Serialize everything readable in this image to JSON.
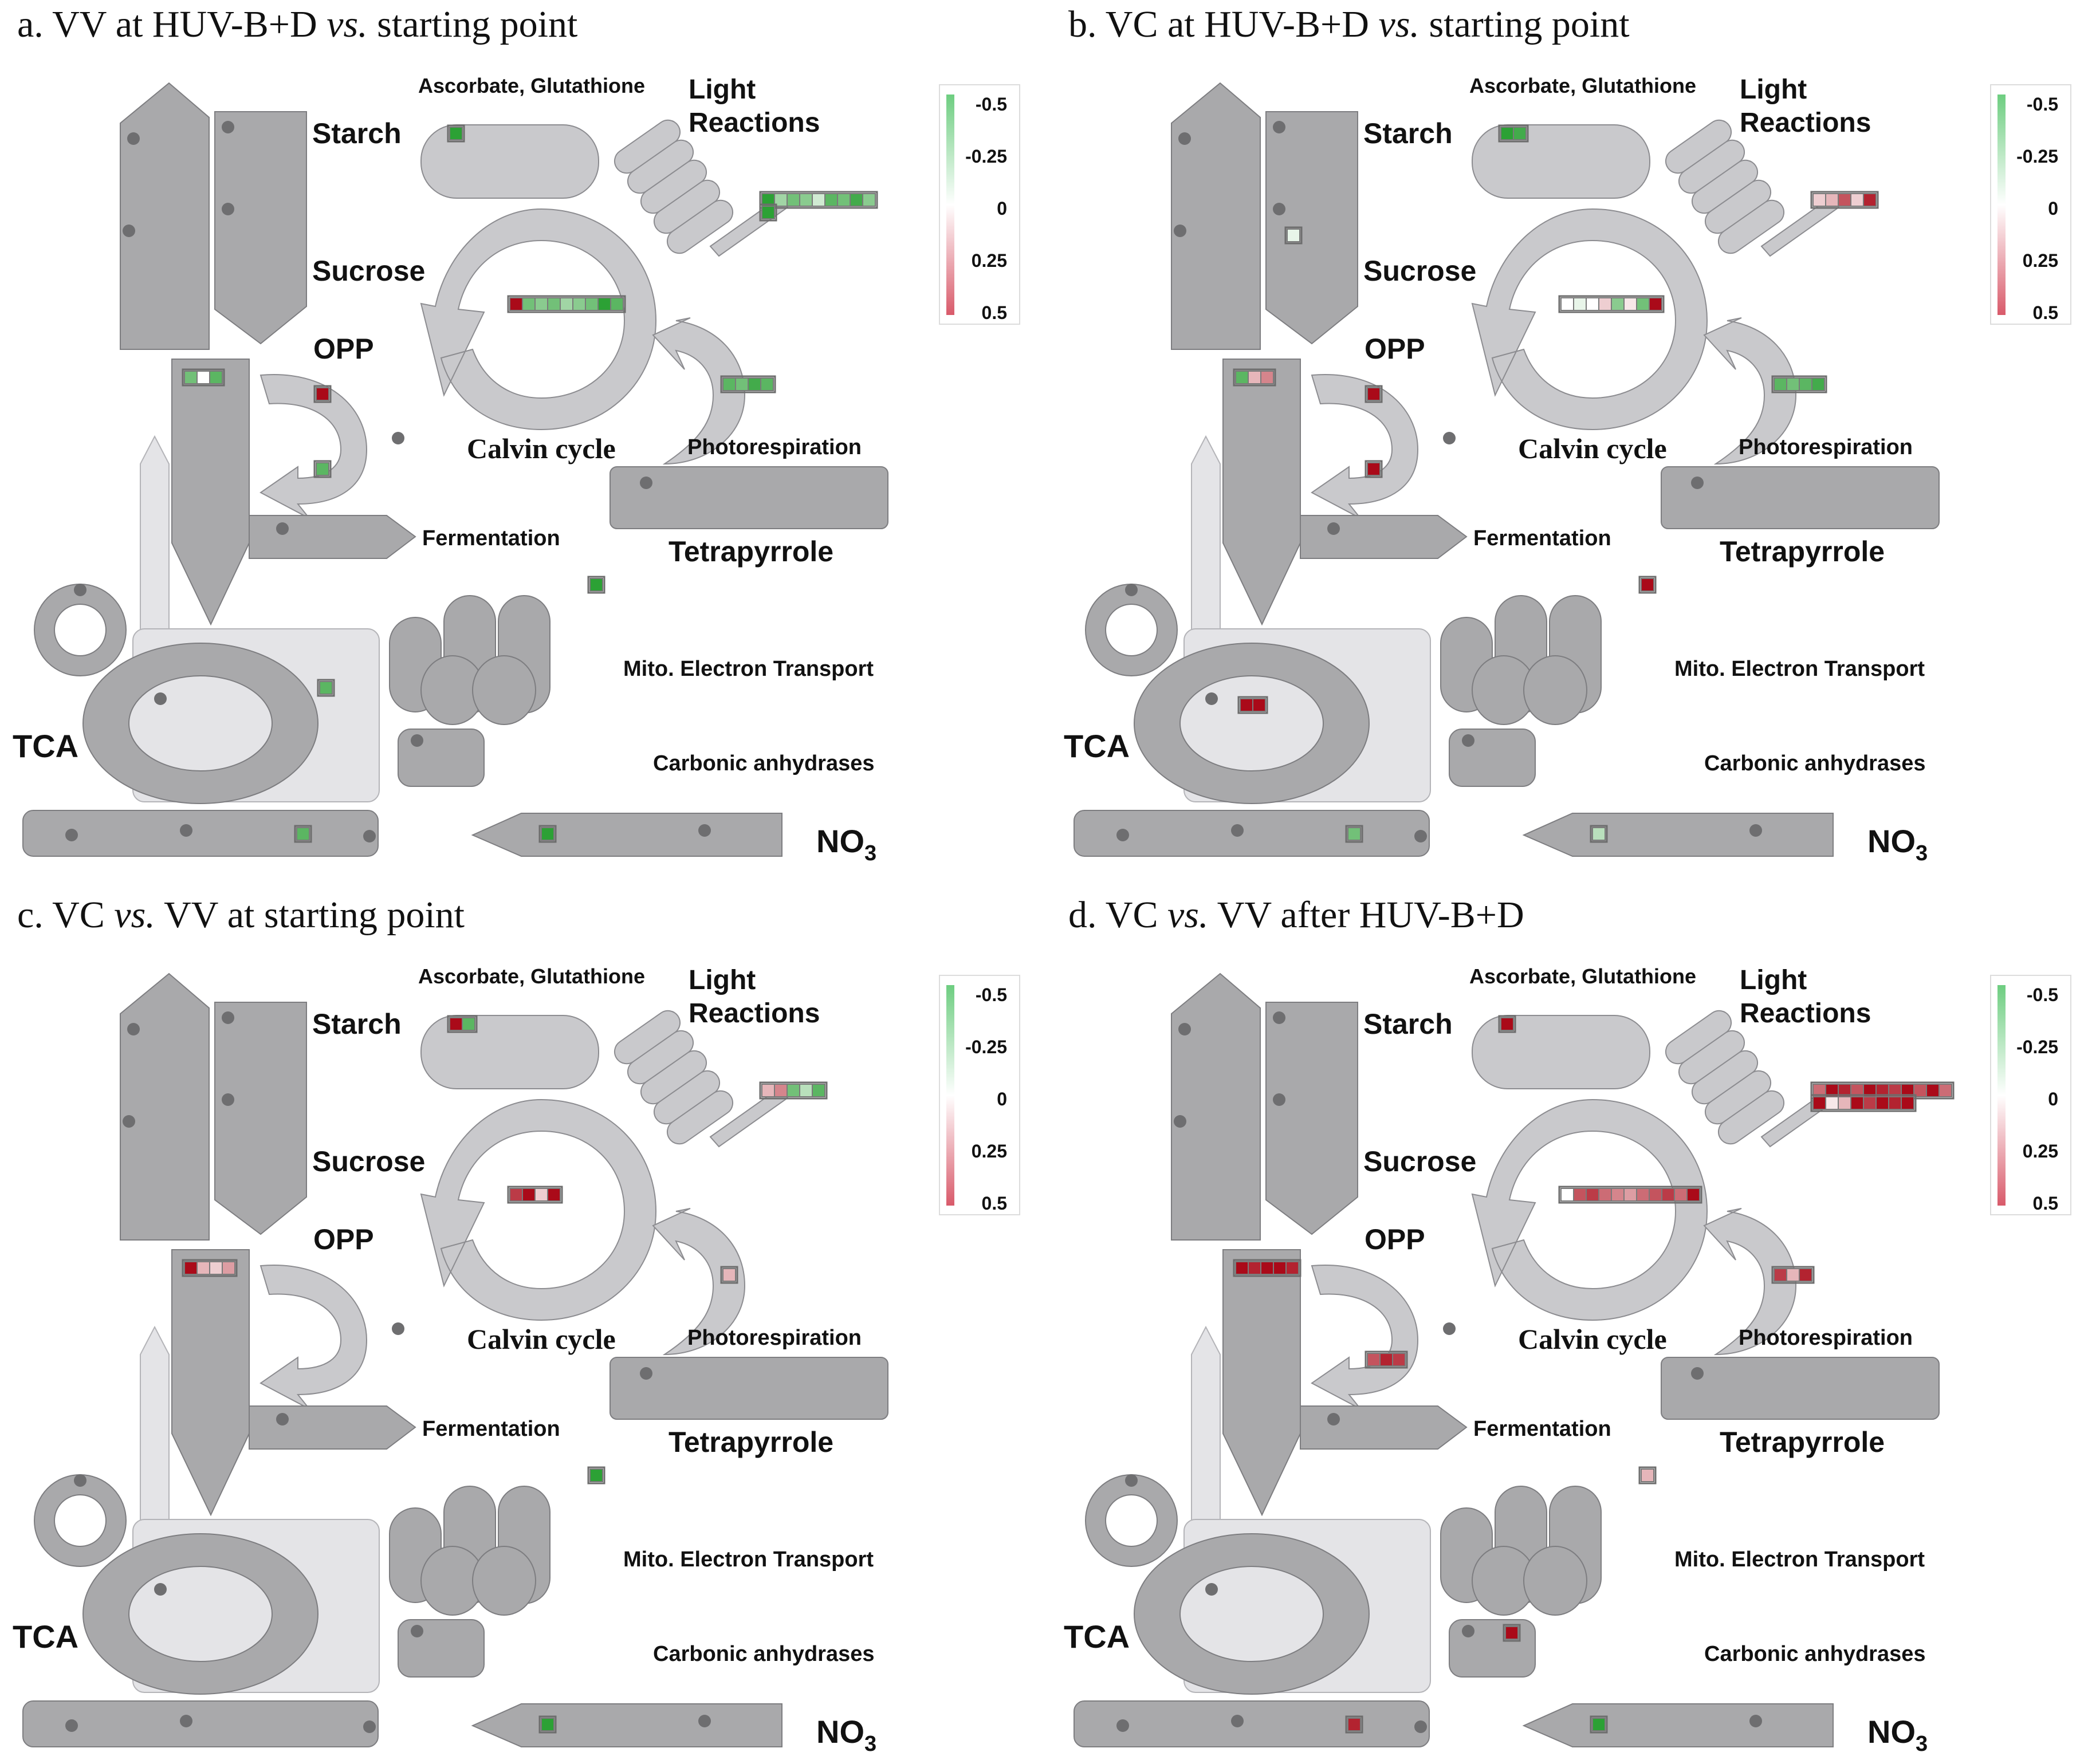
{
  "panels": [
    {
      "key": "a",
      "title_prefix": "a. VV at HUV-B+D ",
      "title_italic": "vs.",
      "title_suffix": " starting point",
      "labels": {
        "starch": "Starch",
        "sucrose": "Sucrose",
        "ascorbate": "Ascorbate, Glutathione",
        "light1": "Light",
        "light2": "Reactions",
        "opp": "OPP",
        "calvin": "Calvin cycle",
        "photoresp": "Photorespiration",
        "fermentation": "Fermentation",
        "tetrapyrrole": "Tetrapyrrole",
        "mito": "Mito. Electron Transport",
        "tca": "TCA",
        "carbonic": "Carbonic anhydrases",
        "no3": "NO",
        "no3_sub": "3"
      },
      "legend": [
        "-0.5",
        "-0.25",
        "0",
        "0.25",
        "0.5"
      ],
      "cells": {
        "ascorbate": [
          -0.45
        ],
        "light": [
          -0.45,
          -0.2,
          -0.3,
          -0.25,
          -0.1,
          -0.35,
          -0.3,
          -0.4,
          -0.25
        ],
        "light_b": [
          -0.45
        ],
        "calvin": [
          0.5,
          -0.3,
          -0.25,
          -0.3,
          -0.2,
          -0.25,
          -0.3,
          -0.45,
          -0.35
        ],
        "opp_top": [
          -0.3,
          0.0,
          -0.35
        ],
        "opp_ring_top": [
          0.5
        ],
        "opp_ring_bot": [
          -0.35
        ],
        "photoresp": [
          -0.35,
          -0.3,
          -0.4,
          -0.35
        ],
        "tetra": [
          -0.45
        ],
        "tca_in": [],
        "tca_out": [
          -0.35
        ],
        "carb": [],
        "sucrose": [],
        "bottom": [
          -0.35
        ],
        "no3": [
          -0.45
        ]
      }
    },
    {
      "key": "b",
      "title_prefix": "b. VC at HUV-B+D ",
      "title_italic": "vs.",
      "title_suffix": " starting point",
      "labels": {
        "starch": "Starch",
        "sucrose": "Sucrose",
        "ascorbate": "Ascorbate, Glutathione",
        "light1": "Light",
        "light2": "Reactions",
        "opp": "OPP",
        "calvin": "Calvin cycle",
        "photoresp": "Photorespiration",
        "fermentation": "Fermentation",
        "tetrapyrrole": "Tetrapyrrole",
        "mito": "Mito. Electron Transport",
        "tca": "TCA",
        "carbonic": "Carbonic anhydrases",
        "no3": "NO",
        "no3_sub": "3"
      },
      "legend": [
        "-0.5",
        "-0.25",
        "0",
        "0.25",
        "0.5"
      ],
      "cells": {
        "ascorbate": [
          -0.45,
          -0.4
        ],
        "light": [
          0.1,
          0.15,
          0.35,
          0.1,
          0.45
        ],
        "light_b": [],
        "calvin": [
          0.0,
          -0.05,
          0.0,
          0.1,
          -0.25,
          0.05,
          -0.3,
          0.5
        ],
        "opp_top": [
          -0.35,
          0.15,
          0.25
        ],
        "opp_ring_top": [
          0.5
        ],
        "opp_ring_bot": [
          0.5
        ],
        "photoresp": [
          -0.35,
          -0.3,
          -0.35,
          -0.4
        ],
        "tetra": [
          0.5
        ],
        "tca_in": [
          0.5,
          0.5
        ],
        "tca_out": [],
        "carb": [],
        "sucrose": [
          -0.05
        ],
        "bottom": [
          -0.3
        ],
        "no3": [
          -0.15
        ]
      }
    },
    {
      "key": "c",
      "title_prefix": "c. VC ",
      "title_italic": "vs.",
      "title_suffix": " VV at starting point",
      "labels": {
        "starch": "Starch",
        "sucrose": "Sucrose",
        "ascorbate": "Ascorbate, Glutathione",
        "light1": "Light",
        "light2": "Reactions",
        "opp": "OPP",
        "calvin": "Calvin cycle",
        "photoresp": "Photorespiration",
        "fermentation": "Fermentation",
        "tetrapyrrole": "Tetrapyrrole",
        "mito": "Mito. Electron Transport",
        "tca": "TCA",
        "carbonic": "Carbonic anhydrases",
        "no3": "NO",
        "no3_sub": "3"
      },
      "legend": [
        "-0.5",
        "-0.25",
        "0",
        "0.25",
        "0.5"
      ],
      "cells": {
        "ascorbate": [
          0.5,
          -0.35
        ],
        "light": [
          0.15,
          0.25,
          -0.3,
          -0.15,
          -0.35
        ],
        "light_b": [],
        "calvin": [
          0.4,
          0.5,
          0.1,
          0.5
        ],
        "opp_top": [
          0.5,
          0.15,
          0.1,
          0.2
        ],
        "opp_ring_top": [],
        "opp_ring_bot": [],
        "photoresp": [
          0.15
        ],
        "tetra": [
          -0.45
        ],
        "tca_in": [],
        "tca_out": [],
        "carb": [],
        "sucrose": [],
        "bottom": [],
        "no3": [
          -0.45
        ]
      }
    },
    {
      "key": "d",
      "title_prefix": "d. VC ",
      "title_italic": "vs.",
      "title_suffix": " VV after HUV-B+D",
      "labels": {
        "starch": "Starch",
        "sucrose": "Sucrose",
        "ascorbate": "Ascorbate, Glutathione",
        "light1": "Light",
        "light2": "Reactions",
        "opp": "OPP",
        "calvin": "Calvin cycle",
        "photoresp": "Photorespiration",
        "fermentation": "Fermentation",
        "tetrapyrrole": "Tetrapyrrole",
        "mito": "Mito. Electron Transport",
        "tca": "TCA",
        "carbonic": "Carbonic anhydrases",
        "no3": "NO",
        "no3_sub": "3"
      },
      "legend": [
        "-0.5",
        "-0.25",
        "0",
        "0.25",
        "0.5"
      ],
      "cells": {
        "ascorbate": [
          0.5
        ],
        "light": [
          0.3,
          0.5,
          0.45,
          0.35,
          0.5,
          0.45,
          0.4,
          0.5,
          0.35,
          0.5,
          0.3
        ],
        "light_b": [
          0.5,
          0.05,
          0.15,
          0.5,
          0.4,
          0.5,
          0.45,
          0.5
        ],
        "calvin": [
          0.0,
          0.35,
          0.4,
          0.3,
          0.25,
          0.2,
          0.3,
          0.35,
          0.4,
          0.3,
          0.5
        ],
        "opp_top": [
          0.5,
          0.45,
          0.5,
          0.5,
          0.45
        ],
        "opp_ring_top": [],
        "opp_ring_bot": [
          0.35,
          0.45,
          0.4
        ],
        "photoresp": [
          0.4,
          0.15,
          0.45
        ],
        "tetra": [
          0.15
        ],
        "tca_in": [],
        "tca_out": [],
        "carb": [
          0.5
        ],
        "sucrose": [],
        "bottom": [
          0.45
        ],
        "no3": [
          -0.45
        ]
      }
    }
  ]
}
